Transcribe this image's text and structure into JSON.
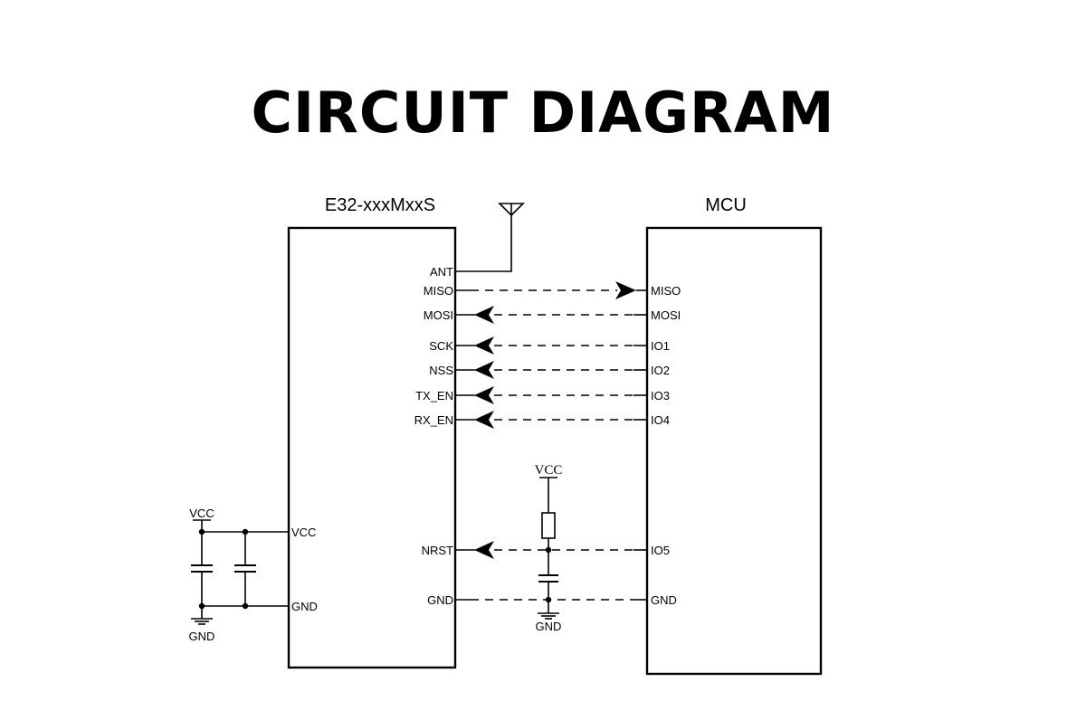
{
  "title": "CIRCUIT DIAGRAM",
  "module": {
    "name": "E32-xxxMxxS",
    "pins": {
      "ant": "ANT",
      "miso": "MISO",
      "mosi": "MOSI",
      "sck": "SCK",
      "nss": "NSS",
      "tx_en": "TX_EN",
      "rx_en": "RX_EN",
      "vcc": "VCC",
      "gnd": "GND",
      "nrst": "NRST",
      "gnd2": "GND"
    }
  },
  "mcu": {
    "name": "MCU",
    "pins": {
      "miso": "MISO",
      "mosi": "MOSI",
      "io1": "IO1",
      "io2": "IO2",
      "io3": "IO3",
      "io4": "IO4",
      "io5": "IO5",
      "gnd": "GND"
    }
  },
  "power": {
    "left_vcc": "VCC",
    "left_gnd": "GND",
    "reset_vcc": "VCC",
    "reset_gnd": "GND"
  },
  "connections": [
    {
      "from": "E32.MISO",
      "to": "MCU.MISO",
      "direction": "to-mcu"
    },
    {
      "from": "MCU.MOSI",
      "to": "E32.MOSI",
      "direction": "to-module"
    },
    {
      "from": "MCU.IO1",
      "to": "E32.SCK",
      "direction": "to-module"
    },
    {
      "from": "MCU.IO2",
      "to": "E32.NSS",
      "direction": "to-module"
    },
    {
      "from": "MCU.IO3",
      "to": "E32.TX_EN",
      "direction": "to-module"
    },
    {
      "from": "MCU.IO4",
      "to": "E32.RX_EN",
      "direction": "to-module"
    },
    {
      "from": "MCU.IO5",
      "to": "E32.NRST",
      "direction": "to-module"
    },
    {
      "from": "MCU.GND",
      "to": "E32.GND",
      "direction": "none"
    }
  ]
}
